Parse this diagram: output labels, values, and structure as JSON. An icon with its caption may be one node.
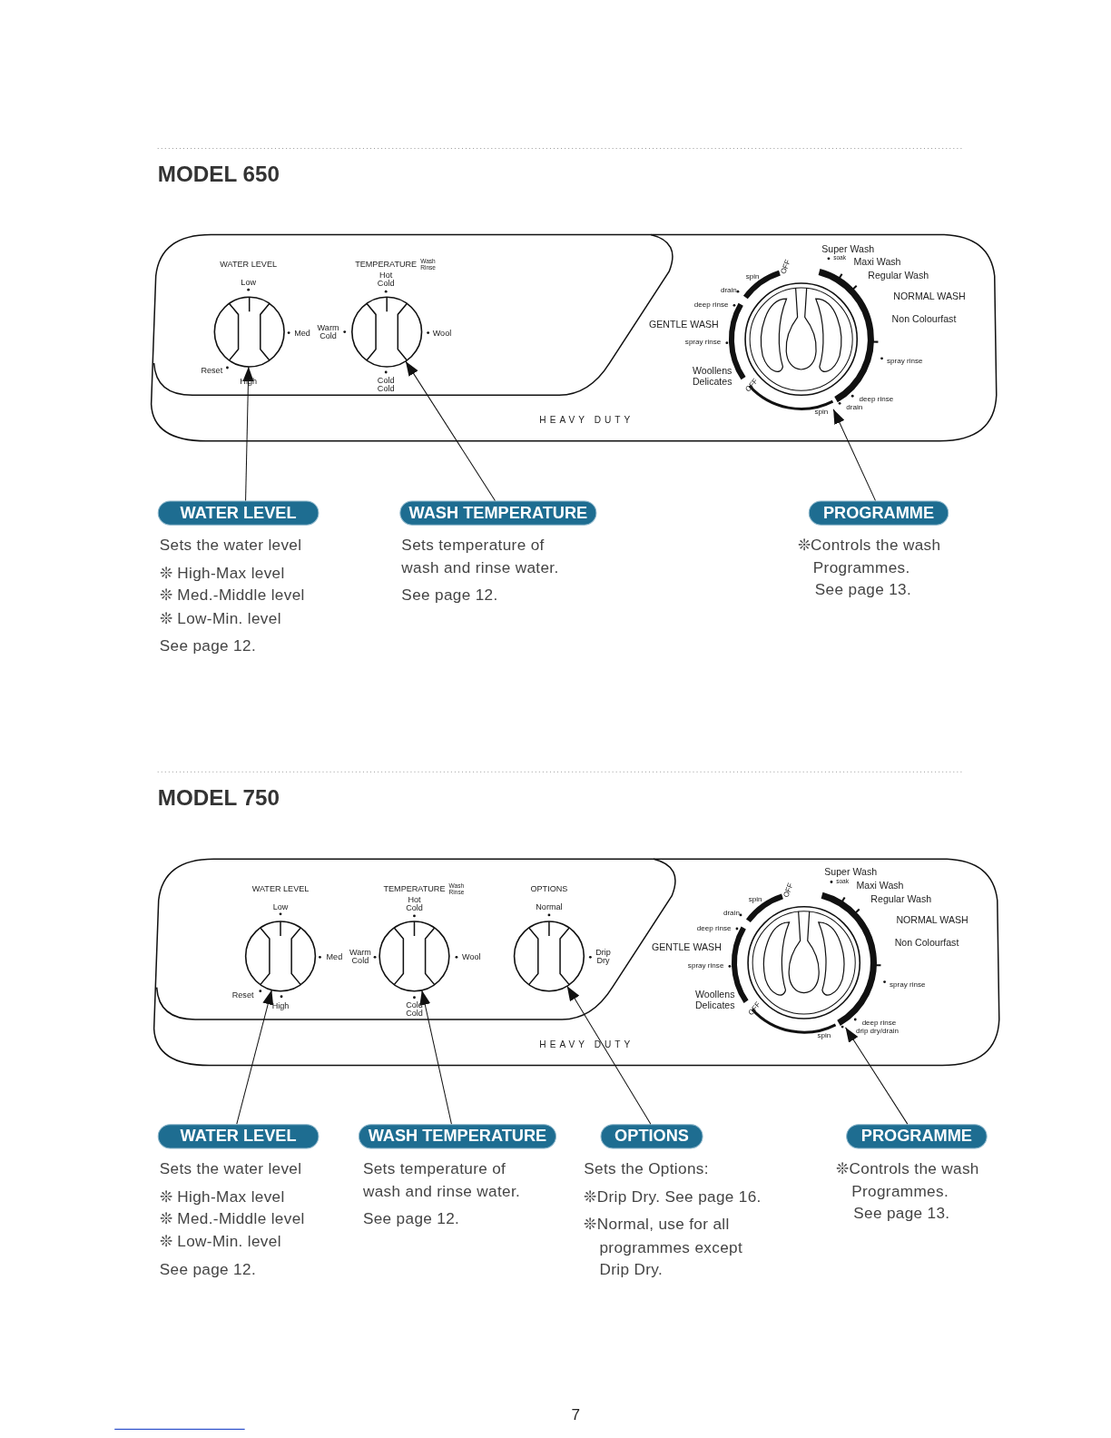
{
  "diagram": {
    "nodes": [
      {
        "text": [],
        "shape": "circle"
      },
      {
        "text": [],
        "shape": "circle"
      },
      {
        "text": [],
        "shape": "circle"
      },
      {
        "text": [
          "WATER LEVEL"
        ],
        "beside": [
          "Sets the water level",
          "❊ High-Max level",
          "❊ Med.-Middle level",
          "❊ Low-Min. level",
          "See page 12."
        ]
      },
      {
        "text": [
          "WASH TEMPERATURE"
        ],
        "beside": [
          "Sets temperature of wash and rinse water.",
          "See page 12."
        ]
      },
      {
        "text": [
          "PROGRAMME"
        ],
        "beside": [
          "❊Controls the wash Programmes.",
          "See page 13."
        ]
      },
      {
        "text": [],
        "shape": "circle"
      },
      {
        "text": [],
        "shape": "circle"
      },
      {
        "text": [],
        "shape": "circle"
      },
      {
        "text": [],
        "shape": "circle"
      },
      {
        "text": [
          "WATER LEVEL"
        ],
        "beside": [
          "Sets the water level",
          "❊ High-Max level",
          "❊ Med.-Middle level",
          "❊ Low-Min. level",
          "See page 12."
        ]
      },
      {
        "text": [
          "WASH TEMPERATURE"
        ],
        "beside": [
          "Sets temperature of wash and rinse water.",
          "See page 12."
        ]
      },
      {
        "text": [
          "OPTIONS"
        ],
        "beside": [
          "Sets the Options:",
          "❊Drip Dry. See page 16.",
          "❊Normal, use for all programmes except Drip Dry."
        ]
      },
      {
        "text": [
          "PROGRAMME"
        ],
        "beside": [
          "❊Controls the wash Programmes.",
          "See page 13."
        ]
      }
    ],
    "edges": [
      {
        "from": 3,
        "to": 0,
        "arrow": "to"
      },
      {
        "from": 4,
        "to": 1,
        "arrow": "to"
      },
      {
        "from": 5,
        "to": 2,
        "arrow": "to"
      },
      {
        "from": 10,
        "to": 6,
        "arrow": "to"
      },
      {
        "from": 11,
        "to": 7,
        "arrow": "to"
      },
      {
        "from": 12,
        "to": 8,
        "arrow": "to"
      },
      {
        "from": 13,
        "to": 9,
        "arrow": "to"
      }
    ],
    "labels": [
      "MODEL 650",
      "WATER LEVEL",
      "Low",
      "Med",
      "Reset",
      "High",
      "TEMPERATURE",
      "Wash Rinse",
      "Hot Cold",
      "Warm Cold",
      "Wool",
      "Cold Cold",
      "HEAVY DUTY",
      "OFF",
      "spin",
      "drain",
      "deep rinse",
      "GENTLE WASH",
      "spray rinse",
      "Woollens Delicates",
      "OFF",
      "Super Wash",
      "soak",
      "Maxi Wash",
      "Regular Wash",
      "NORMAL WASH",
      "Non Colourfast",
      "spray rinse",
      "deep rinse",
      "drain",
      "spin",
      "MODEL 750",
      "WATER LEVEL",
      "Low",
      "Med",
      "Reset",
      "High",
      "TEMPERATURE",
      "Wash Rinse",
      "Hot Cold",
      "Warm Cold",
      "Wool",
      "Cold Cold",
      "OPTIONS",
      "Normal",
      "Drip Dry",
      "HEAVY DUTY",
      "OFF",
      "spin",
      "drain",
      "deep rinse",
      "GENTLE WASH",
      "spray rinse",
      "Woollens Delicates",
      "OFF",
      "Super Wash",
      "soak",
      "Maxi Wash",
      "Regular Wash",
      "NORMAL WASH",
      "Non Colourfast",
      "spray rinse",
      "deep rinse",
      "drip dry/drain",
      "spin",
      "7"
    ]
  }
}
